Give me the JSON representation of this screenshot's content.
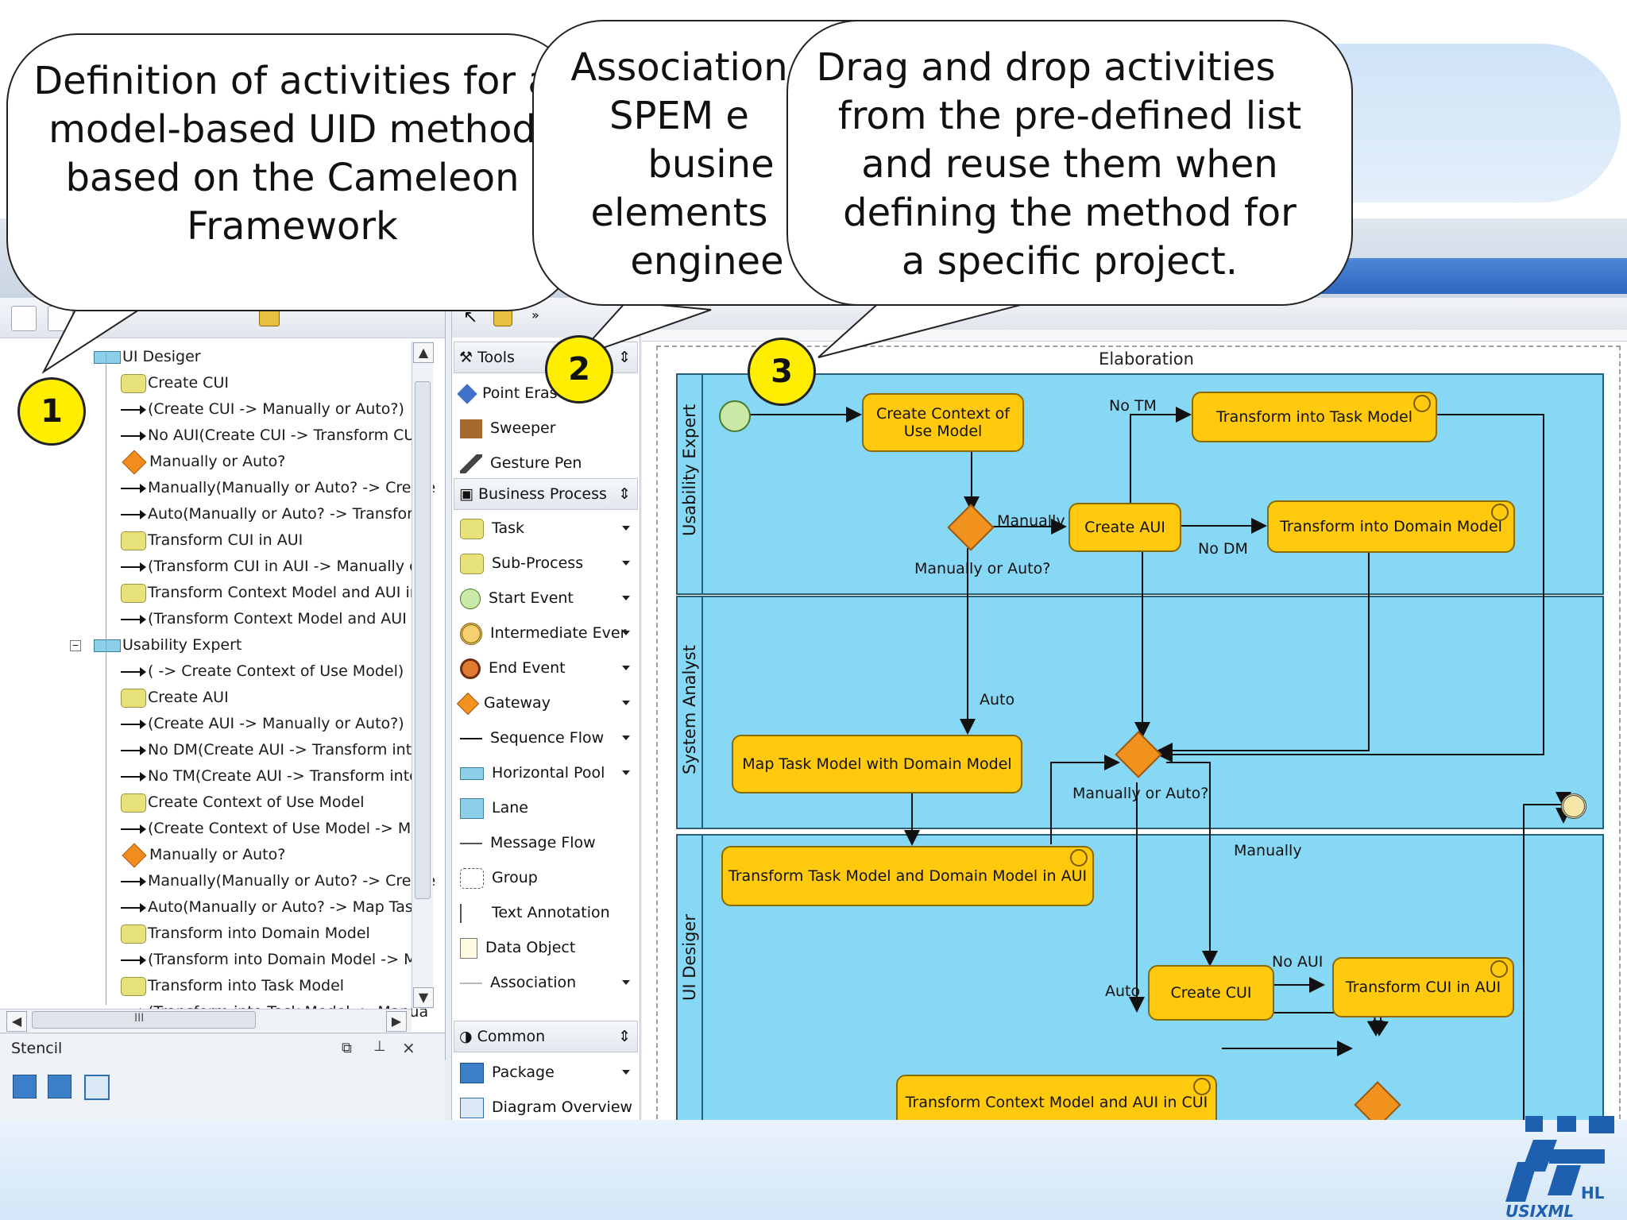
{
  "callouts": [
    {
      "number": "1",
      "text_lines": [
        "Definition of activities for a",
        "model-based UID method",
        "based on the Cameleon",
        "Framework"
      ]
    },
    {
      "number": "2",
      "text_lines": [
        "Association",
        "SPEM e",
        "busine",
        "elements",
        "enginee"
      ]
    },
    {
      "number": "3",
      "text_lines": [
        "Drag and drop activities",
        "from the pre-defined list",
        "and reuse them when",
        "defining the method for",
        "a specific project."
      ]
    }
  ],
  "tree": {
    "items": [
      {
        "icon": "pool",
        "label": "UI Desiger"
      },
      {
        "icon": "task",
        "label": "Create CUI"
      },
      {
        "icon": "flow",
        "label": "(Create CUI -> Manually or Auto?)"
      },
      {
        "icon": "flow",
        "label": "No AUI(Create CUI -> Transform CUI"
      },
      {
        "icon": "gateway",
        "label": "Manually or Auto?"
      },
      {
        "icon": "flow",
        "label": "Manually(Manually or Auto? -> Create"
      },
      {
        "icon": "flow",
        "label": "Auto(Manually or Auto? -> Transform"
      },
      {
        "icon": "task",
        "label": "Transform CUI in AUI"
      },
      {
        "icon": "flow",
        "label": "(Transform CUI in AUI -> Manually or"
      },
      {
        "icon": "task",
        "label": "Transform Context Model and AUI in"
      },
      {
        "icon": "flow",
        "label": "(Transform Context Model and AUI in"
      },
      {
        "icon": "pool",
        "label": "Usability Expert"
      },
      {
        "icon": "flow",
        "label": "( -> Create Context of Use Model)"
      },
      {
        "icon": "task",
        "label": "Create AUI"
      },
      {
        "icon": "flow",
        "label": "(Create AUI -> Manually or Auto?)"
      },
      {
        "icon": "flow",
        "label": "No DM(Create AUI -> Transform into"
      },
      {
        "icon": "flow",
        "label": "No TM(Create AUI -> Transform into"
      },
      {
        "icon": "task",
        "label": "Create Context of Use Model"
      },
      {
        "icon": "flow",
        "label": "(Create Context of Use Model -> Mar"
      },
      {
        "icon": "gateway",
        "label": "Manually or Auto?"
      },
      {
        "icon": "flow",
        "label": "Manually(Manually or Auto? -> Create"
      },
      {
        "icon": "flow",
        "label": "Auto(Manually or Auto? -> Map Task"
      },
      {
        "icon": "task",
        "label": "Transform into Domain Model"
      },
      {
        "icon": "flow",
        "label": "(Transform into Domain Model -> Mar"
      },
      {
        "icon": "task",
        "label": "Transform into Task Model"
      },
      {
        "icon": "flow",
        "label": "(Transform into Task Model -> Manua"
      }
    ],
    "scroll_glyph": "III"
  },
  "stencil": {
    "title": "Stencil"
  },
  "palette": {
    "groups": {
      "tools": "Tools",
      "business_process": "Business Process",
      "common": "Common"
    },
    "tools_items": [
      "Point Eraser",
      "Sweeper",
      "Gesture Pen"
    ],
    "bp_items": [
      "Task",
      "Sub-Process",
      "Start Event",
      "Intermediate Ever",
      "End Event",
      "Gateway",
      "Sequence Flow",
      "Horizontal Pool",
      "Lane",
      "Message Flow",
      "Group",
      "Text Annotation",
      "Data Object",
      "Association"
    ],
    "common_items": [
      "Package",
      "Diagram Overview"
    ]
  },
  "diagram": {
    "frame_title": "Elaboration",
    "lanes": [
      "Usability Expert",
      "System Analyst",
      "UI Desiger"
    ],
    "tasks": {
      "create_context": "Create Context of Use Model",
      "transform_task": "Transform into Task Model",
      "create_aui": "Create AUI",
      "transform_domain": "Transform into Domain Model",
      "map_task": "Map Task Model with Domain Model",
      "transform_task_domain": "Transform Task Model and Domain Model in AUI",
      "create_cui": "Create CUI",
      "transform_cui": "Transform CUI in AUI",
      "transform_context": "Transform Context Model and AUI in CUI"
    },
    "labels": {
      "no_tm": "No TM",
      "manually1": "Manually",
      "no_dm": "No DM",
      "manual_or_auto1": "Manually or Auto?",
      "auto1": "Auto",
      "manual_or_auto2": "Manually or Auto?",
      "manually2": "Manually",
      "no_aui": "No AUI",
      "auto2": "Auto"
    }
  },
  "logo": {
    "text": "USIXML"
  },
  "colors": {
    "lane_fill": "#86d8f5",
    "task_fill": "#ffc90e",
    "gateway_fill": "#f29320",
    "callout_number_fill": "#ffee00",
    "logo_blue": "#1f5fb0"
  }
}
